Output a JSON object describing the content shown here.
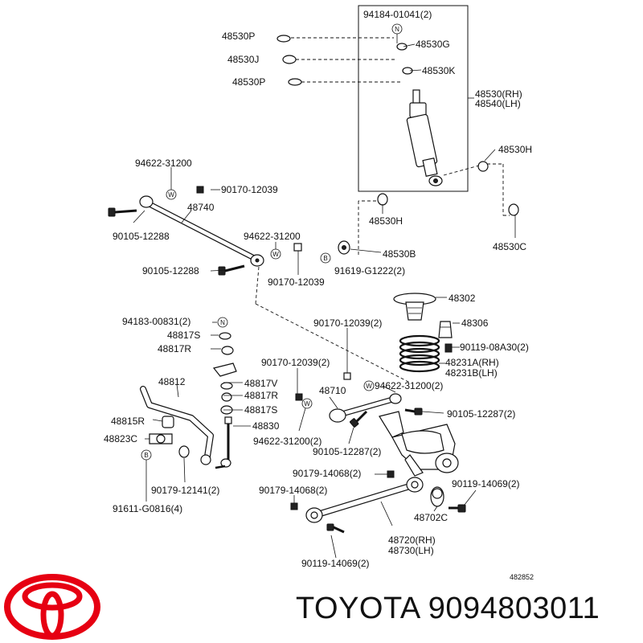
{
  "diagram_number": "482852",
  "brand": {
    "name": "TOYOTA",
    "part_number": "9094803011",
    "logo_color": "#e60012"
  },
  "badges": {
    "n": "N",
    "w": "W",
    "b": "B"
  },
  "labels": {
    "l01": "94184-01041(2)",
    "l02": "48530P",
    "l03": "48530G",
    "l04": "48530J",
    "l05": "48530K",
    "l06": "48530P",
    "l07": "48530(RH)",
    "l08": "48540(LH)",
    "l09": "48530H",
    "l10": "94622-31200",
    "l11": "90170-12039",
    "l12": "48740",
    "l13": "48530H",
    "l14": "90105-12288",
    "l15": "94622-31200",
    "l16": "48530C",
    "l17": "48530B",
    "l18": "90105-12288",
    "l19": "91619-G1222(2)",
    "l20": "90170-12039",
    "l21": "48302",
    "l22": "94183-00831(2)",
    "l23": "48306",
    "l24": "48817S",
    "l25": "90170-12039(2)",
    "l26": "90119-08A30(2)",
    "l27": "48817R",
    "l28": "48231A(RH)",
    "l29": "48231B(LH)",
    "l30": "90170-12039(2)",
    "l31": "48812",
    "l32": "48817V",
    "l33": "94622-31200(2)",
    "l34": "48817R",
    "l35": "48710",
    "l36": "48817S",
    "l37": "90105-12287(2)",
    "l38": "48815R",
    "l39": "48830",
    "l40": "48823C",
    "l41": "94622-31200(2)",
    "l42": "90105-12287(2)",
    "l43": "90179-14068(2)",
    "l44": "90179-12141(2)",
    "l45": "90119-14069(2)",
    "l46": "90179-14068(2)",
    "l47": "48702C",
    "l48": "91611-G0816(4)",
    "l49": "48720(RH)",
    "l50": "48730(LH)",
    "l51": "90119-14069(2)"
  }
}
